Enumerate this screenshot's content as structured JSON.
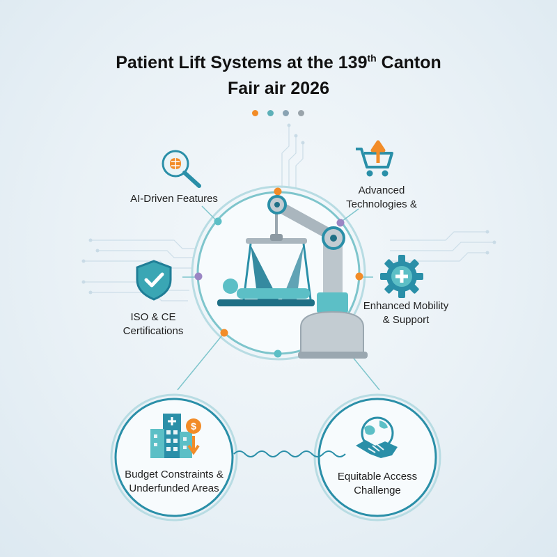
{
  "title": {
    "line1_prefix": "Patient Lift Systems at the 139",
    "line1_sup": "th",
    "line1_suffix": " Canton",
    "line2": "Fair air 2026"
  },
  "pager_dots": [
    "#f28c28",
    "#5db0b8",
    "#8aa3b3",
    "#9aa4ab"
  ],
  "features": {
    "ai": "AI-Driven Features",
    "tech": [
      "Advanced",
      "Technologies &"
    ],
    "cert": [
      "ISO & CE",
      "Certifications"
    ],
    "mobility": [
      "Enhanced Mobility",
      "& Support"
    ]
  },
  "challenges": {
    "budget": [
      "Budget Constraints &",
      "Underfunded Areas"
    ],
    "access": [
      "Equitable Access",
      "Challenge"
    ]
  },
  "colors": {
    "teal": "#2a8fa8",
    "teal_light": "#5cbfc6",
    "orange": "#f28c28",
    "purple": "#9b86c4"
  },
  "icons": {
    "ai": "brain-magnifier-icon",
    "tech": "cart-upload-icon",
    "cert": "shield-check-icon",
    "mobility": "gear-cross-icon",
    "budget": "hospital-dollar-icon",
    "access": "globe-handshake-icon",
    "center": "patient-lift-robot-icon"
  }
}
